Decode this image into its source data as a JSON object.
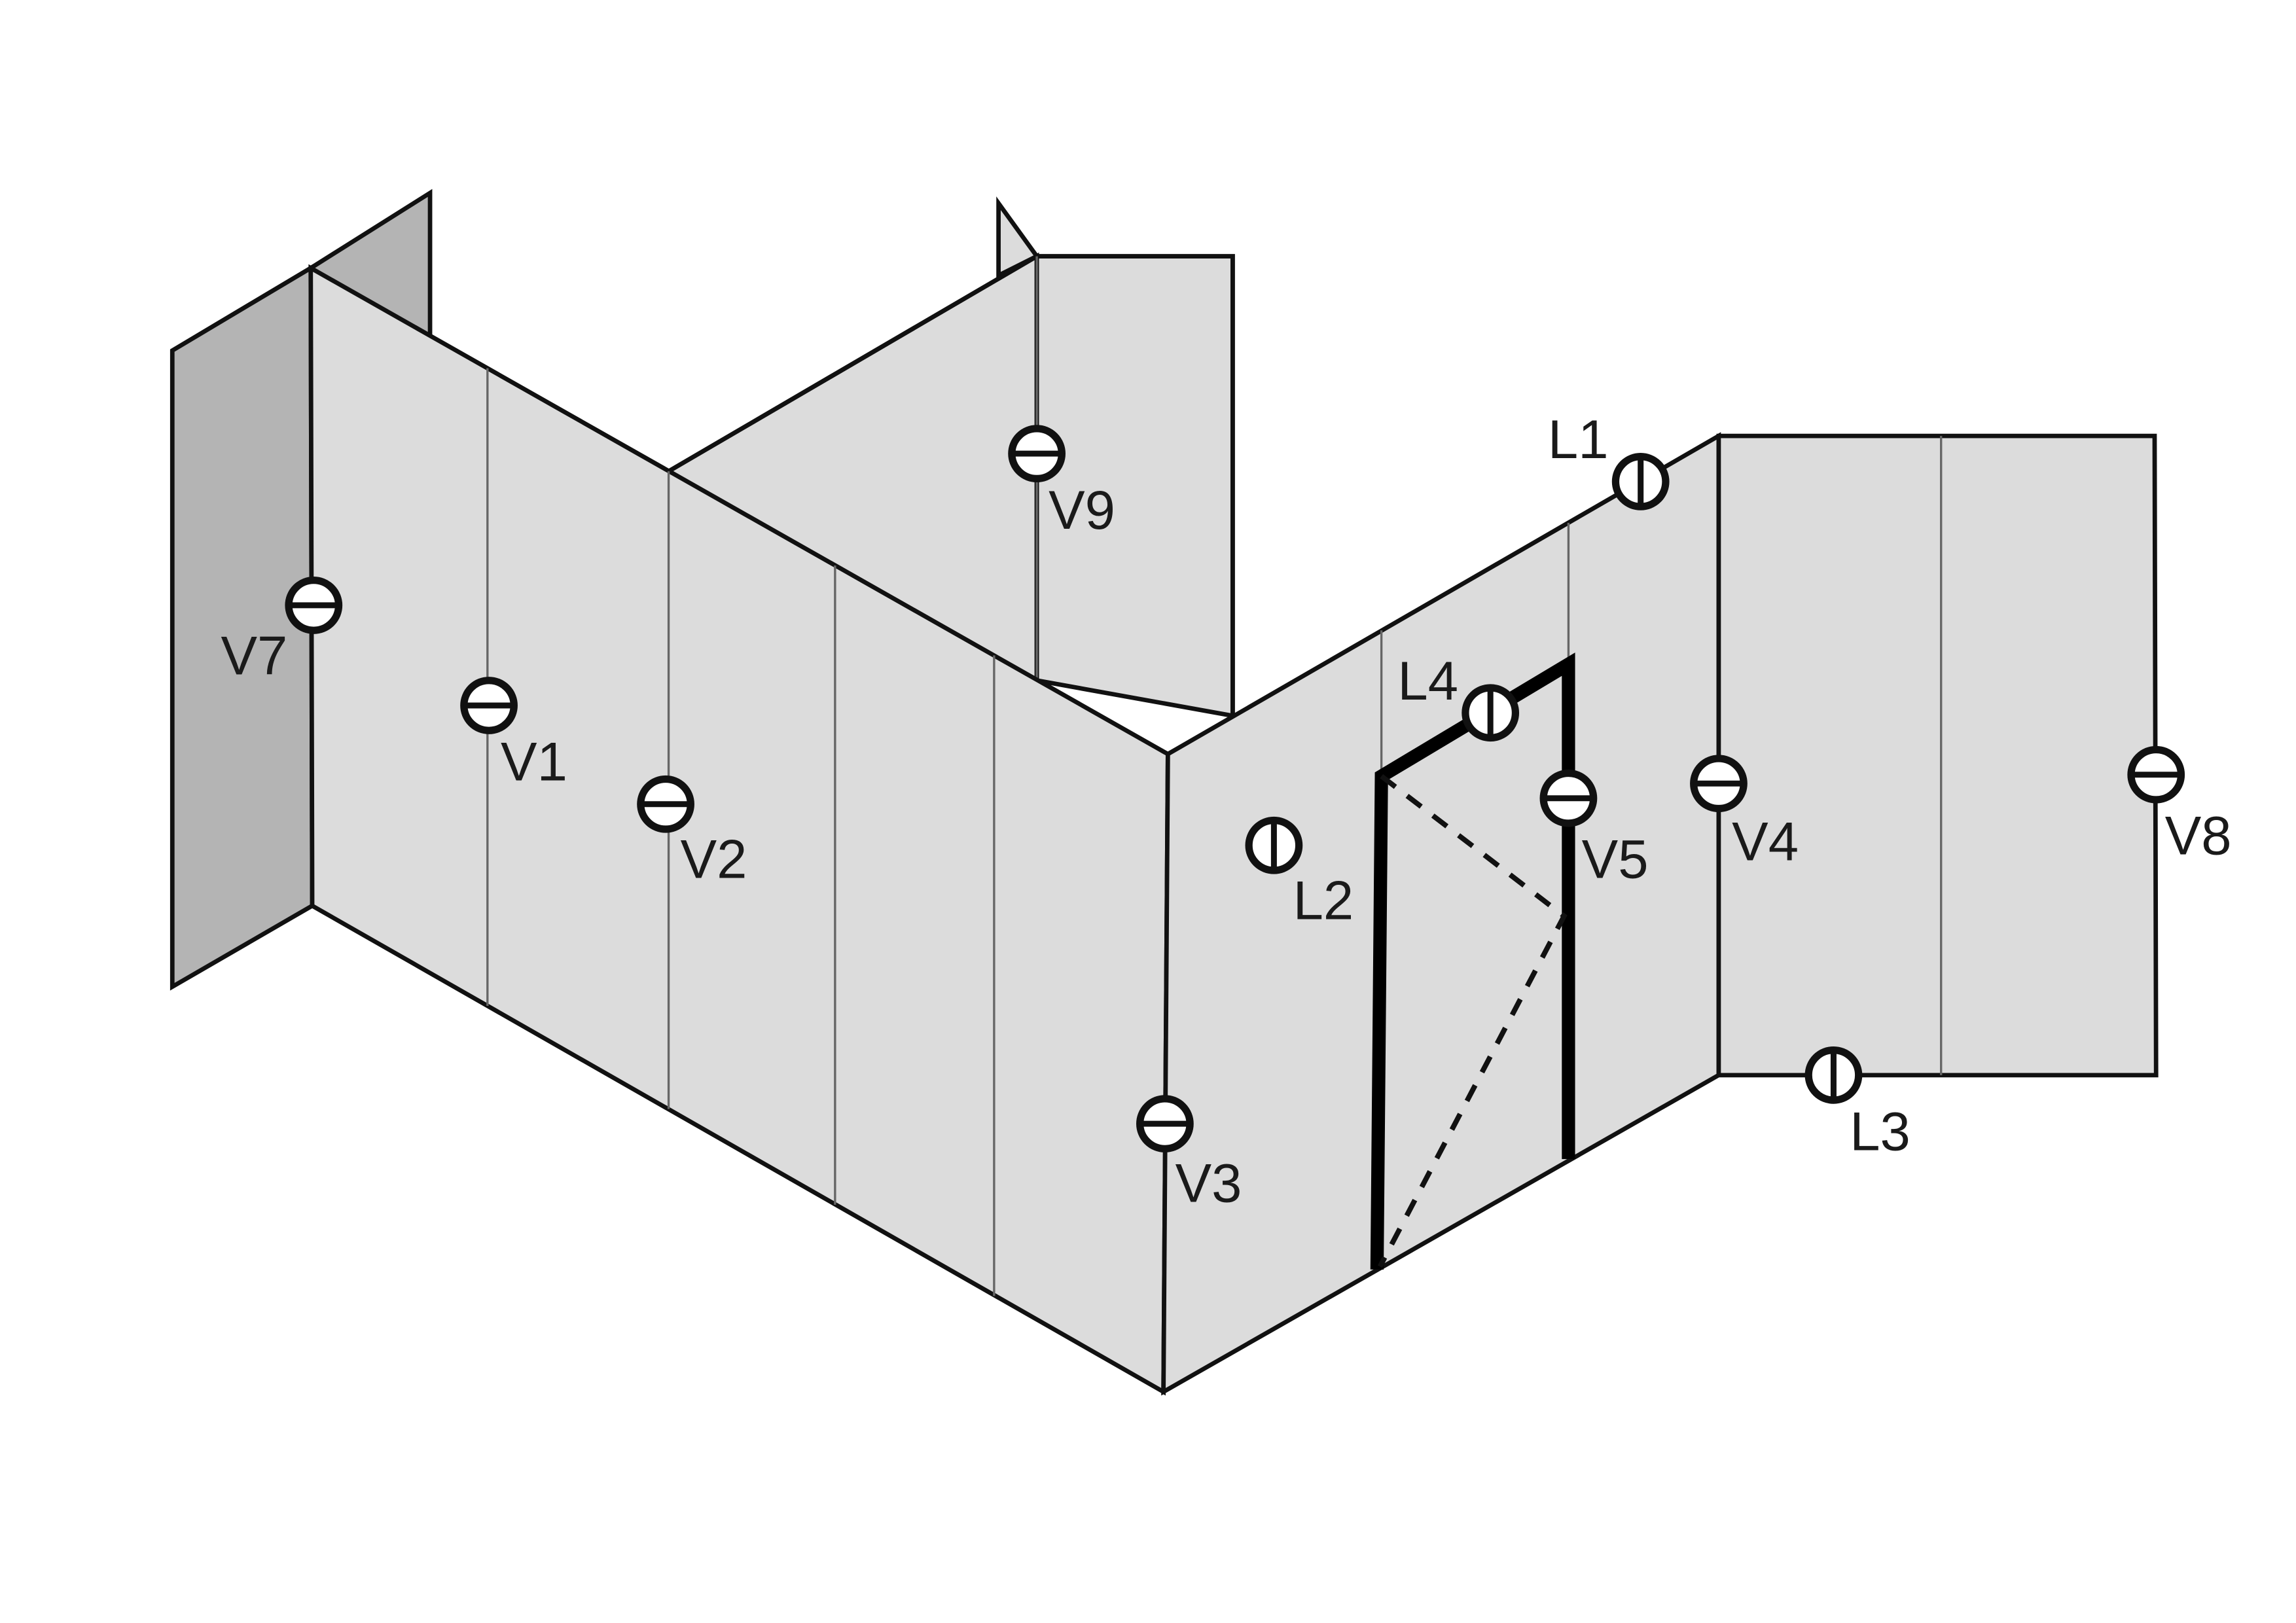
{
  "colors": {
    "background": "#ffffff",
    "wall_face": "#dcdcdc",
    "end_panel": "#b4b4b4",
    "stroke": "#111111"
  },
  "sensors": {
    "V1": {
      "label": "V1",
      "orientation": "horizontal"
    },
    "V2": {
      "label": "V2",
      "orientation": "horizontal"
    },
    "V3": {
      "label": "V3",
      "orientation": "horizontal"
    },
    "V4": {
      "label": "V4",
      "orientation": "horizontal"
    },
    "V5": {
      "label": "V5",
      "orientation": "horizontal"
    },
    "V7": {
      "label": "V7",
      "orientation": "horizontal"
    },
    "V8": {
      "label": "V8",
      "orientation": "horizontal"
    },
    "V9": {
      "label": "V9",
      "orientation": "horizontal"
    },
    "L1": {
      "label": "L1",
      "orientation": "vertical"
    },
    "L2": {
      "label": "L2",
      "orientation": "vertical"
    },
    "L3": {
      "label": "L3",
      "orientation": "vertical"
    },
    "L4": {
      "label": "L4",
      "orientation": "vertical"
    }
  }
}
